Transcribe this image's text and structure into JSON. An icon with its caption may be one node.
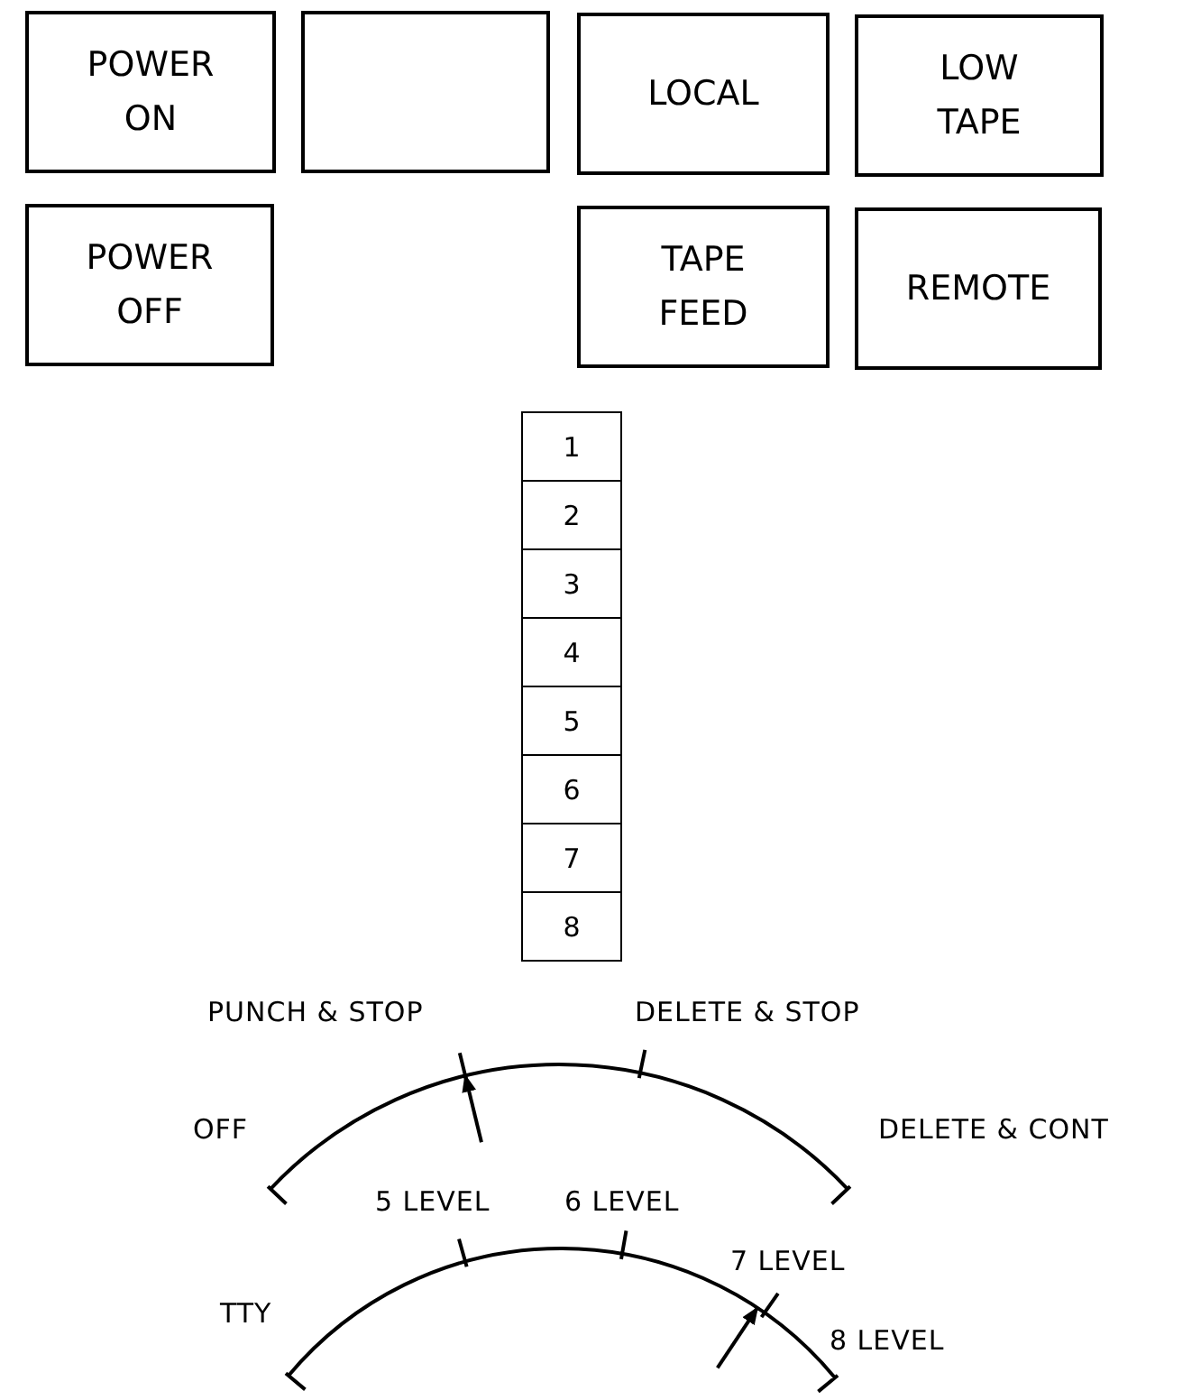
{
  "diagram": {
    "nodes": [
      {
        "text": [
          "POWER ON"
        ]
      },
      {
        "text": [],
        "shape": "box"
      },
      {
        "text": [
          "LOCAL"
        ]
      },
      {
        "text": [
          "LOW TAPE"
        ]
      },
      {
        "text": [
          "POWER OFF"
        ]
      },
      {
        "text": [
          "TAPE FEED"
        ]
      },
      {
        "text": [
          "REMOTE"
        ]
      },
      {
        "text": [
          "1"
        ]
      },
      {
        "text": [
          "2"
        ]
      },
      {
        "text": [
          "3"
        ]
      },
      {
        "text": [
          "4"
        ]
      },
      {
        "text": [
          "5"
        ]
      },
      {
        "text": [
          "6"
        ]
      },
      {
        "text": [
          "7"
        ]
      },
      {
        "text": [
          "8"
        ]
      }
    ],
    "labels": [
      "PUNCH & STOP",
      "DELETE & STOP",
      "OFF",
      "DELETE & CONT",
      "5 LEVEL",
      "6 LEVEL",
      "7 LEVEL",
      "TTY",
      "8 LEVEL"
    ]
  }
}
